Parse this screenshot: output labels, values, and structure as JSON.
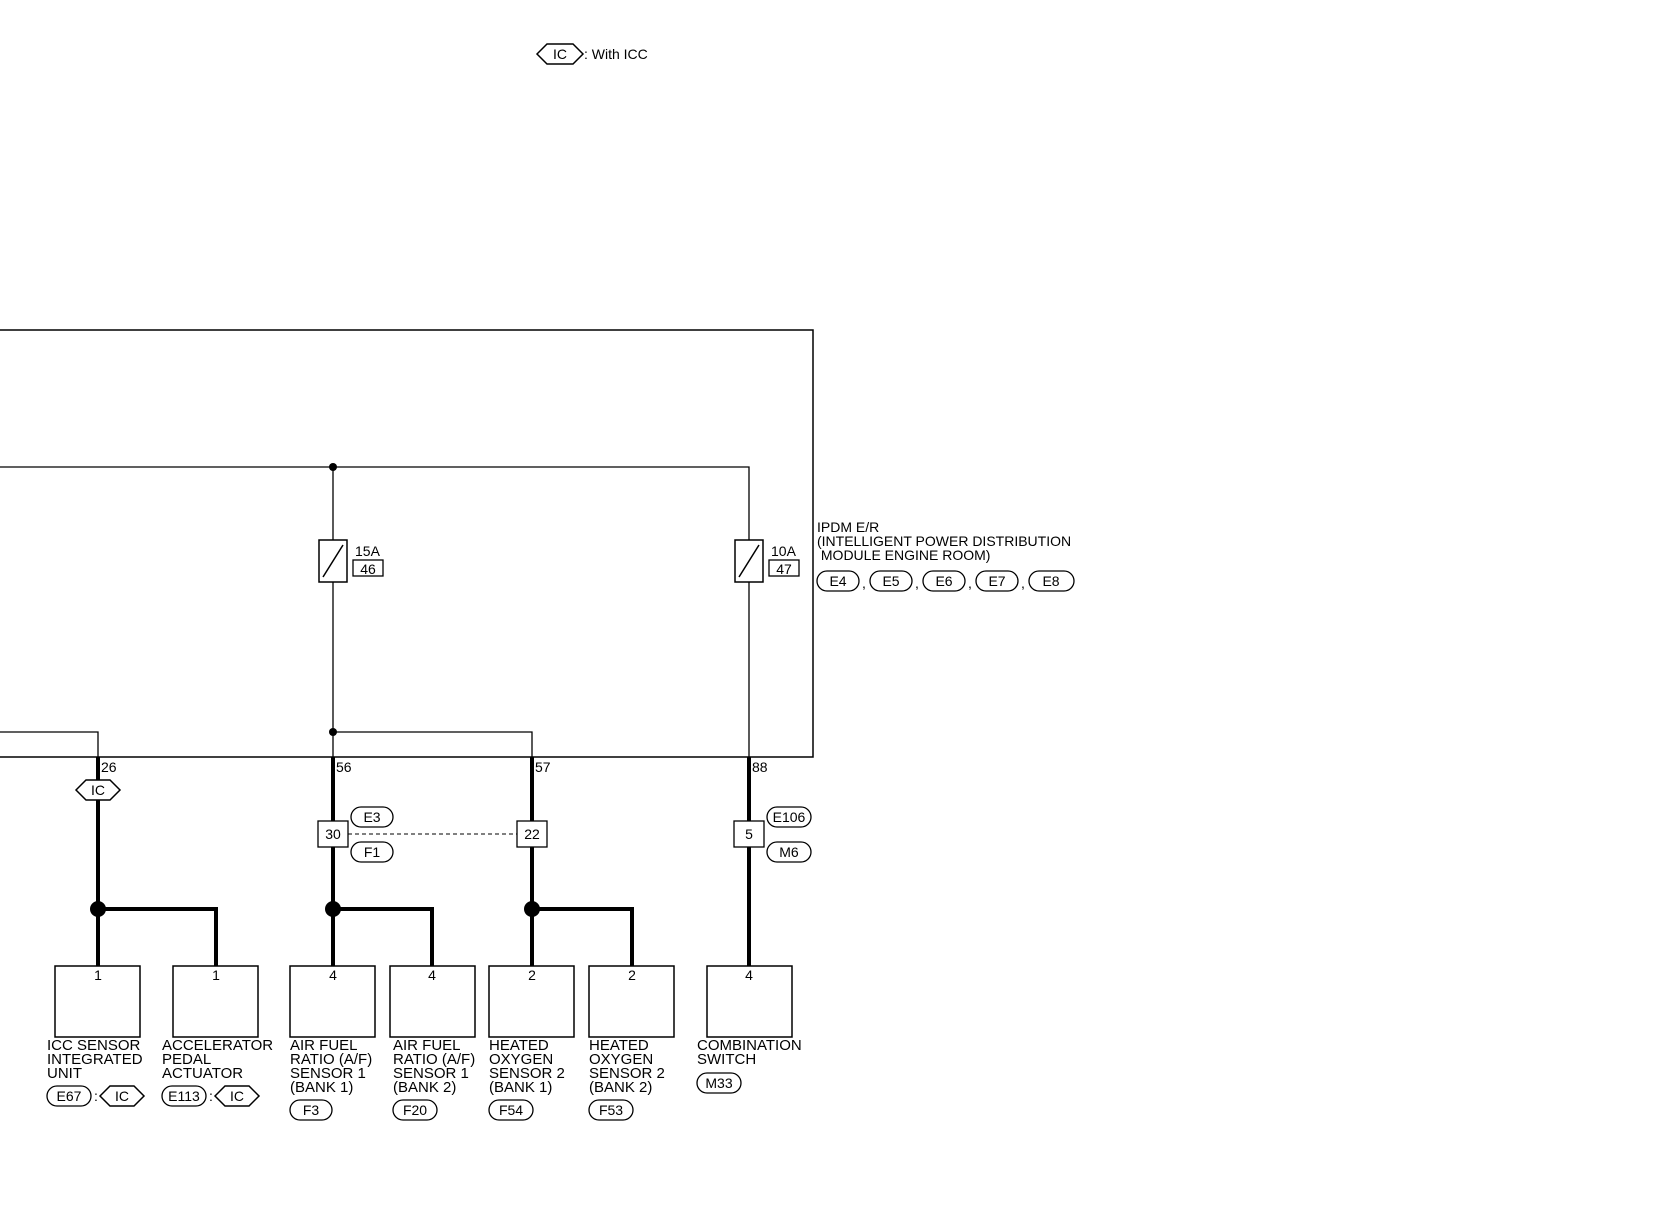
{
  "legend": {
    "badge": "IC",
    "text": ": With ICC"
  },
  "ipdm": {
    "lines": [
      "IPDM E/R",
      "(INTELLIGENT POWER DISTRIBUTION",
      " MODULE ENGINE ROOM)"
    ],
    "connectors": [
      "E4",
      "E5",
      "E6",
      "E7",
      "E8"
    ],
    "separator": ","
  },
  "fuses": [
    {
      "rating": "15A",
      "number": "46"
    },
    {
      "rating": "10A",
      "number": "47"
    }
  ],
  "terminals": [
    "26",
    "56",
    "57",
    "88"
  ],
  "ic_tag": "IC",
  "junctions": {
    "j1": {
      "pin": "30",
      "top": "E3",
      "bottom": "F1"
    },
    "j2": {
      "pin": "22"
    },
    "j3": {
      "pin": "5",
      "top": "E106",
      "bottom": "M6"
    }
  },
  "components": [
    {
      "pin": "1",
      "lines": [
        "ICC SENSOR",
        "INTEGRATED",
        "UNIT"
      ],
      "connector": "E67",
      "colon": ":",
      "tag": "IC"
    },
    {
      "pin": "1",
      "lines": [
        "ACCELERATOR",
        "PEDAL",
        "ACTUATOR"
      ],
      "connector": "E113",
      "colon": ":",
      "tag": "IC"
    },
    {
      "pin": "4",
      "lines": [
        "AIR FUEL",
        "RATIO (A/F)",
        "SENSOR 1",
        "(BANK 1)"
      ],
      "connector": "F3"
    },
    {
      "pin": "4",
      "lines": [
        "AIR FUEL",
        "RATIO (A/F)",
        "SENSOR 1",
        "(BANK 2)"
      ],
      "connector": "F20"
    },
    {
      "pin": "2",
      "lines": [
        "HEATED",
        "OXYGEN",
        "SENSOR 2",
        "(BANK 1)"
      ],
      "connector": "F54"
    },
    {
      "pin": "2",
      "lines": [
        "HEATED",
        "OXYGEN",
        "SENSOR 2",
        "(BANK 2)"
      ],
      "connector": "F53"
    },
    {
      "pin": "4",
      "lines": [
        "COMBINATION",
        "SWITCH"
      ],
      "connector": "M33"
    }
  ]
}
